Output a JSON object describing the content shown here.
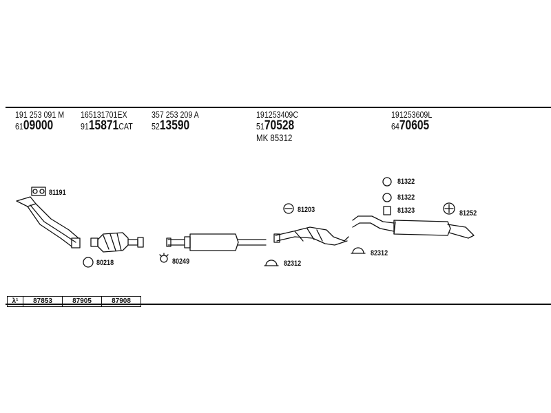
{
  "headers": [
    {
      "oem": "191 253 091 M",
      "prefix": "61",
      "number": "09000",
      "suffix": ""
    },
    {
      "oem": "165131701EX",
      "prefix": "91",
      "number": "15871",
      "suffix": "CAT"
    },
    {
      "oem": "357 253 209 A",
      "prefix": "52",
      "number": "13590",
      "suffix": ""
    },
    {
      "oem": "191253409C",
      "prefix": "51",
      "number": "70528",
      "suffix": "",
      "extra": "MK  85312"
    },
    {
      "oem": "191253609L",
      "prefix": "64",
      "number": "70605",
      "suffix": ""
    }
  ],
  "callouts": {
    "c81191": "81191",
    "c80218": "80218",
    "c80249": "80249",
    "c81203": "81203",
    "c82312a": "82312",
    "c82312b": "82312",
    "c81322a": "81322",
    "c81322b": "81322",
    "c81323": "81323",
    "c81252": "81252"
  },
  "lambda_table": {
    "symbol": "λ¹",
    "cells": [
      "87853",
      "87905",
      "87908"
    ]
  },
  "colors": {
    "line": "#111111",
    "background": "#ffffff"
  }
}
